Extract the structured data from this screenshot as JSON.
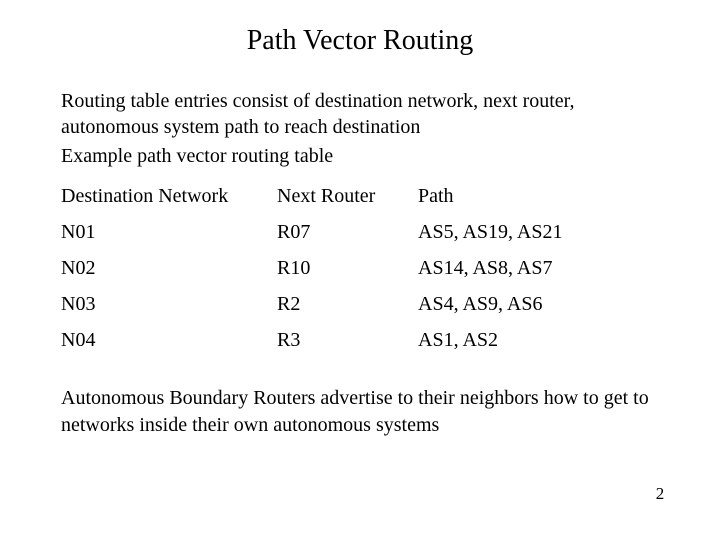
{
  "slide": {
    "title": "Path Vector Routing",
    "intro": {
      "line1": "Routing table entries consist of destination network, next router,",
      "line2": "autonomous system path to reach destination"
    },
    "example_caption": "Example path vector routing table",
    "table": {
      "headers": {
        "destination": "Destination Network",
        "next_router": "Next Router",
        "path": "Path"
      },
      "rows": [
        {
          "destination": "N01",
          "next_router": "R07",
          "path": "AS5, AS19, AS21"
        },
        {
          "destination": "N02",
          "next_router": "R10",
          "path": "AS14, AS8, AS7"
        },
        {
          "destination": "N03",
          "next_router": "R2",
          "path": "AS4, AS9, AS6"
        },
        {
          "destination": "N04",
          "next_router": "R3",
          "path": "AS1, AS2"
        }
      ]
    },
    "footer": {
      "line1": "Autonomous Boundary Routers advertise to their neighbors how to get to",
      "line2": "networks inside their own autonomous systems"
    },
    "page_number": "2",
    "colors": {
      "background": "#ffffff",
      "text": "#000000"
    }
  }
}
